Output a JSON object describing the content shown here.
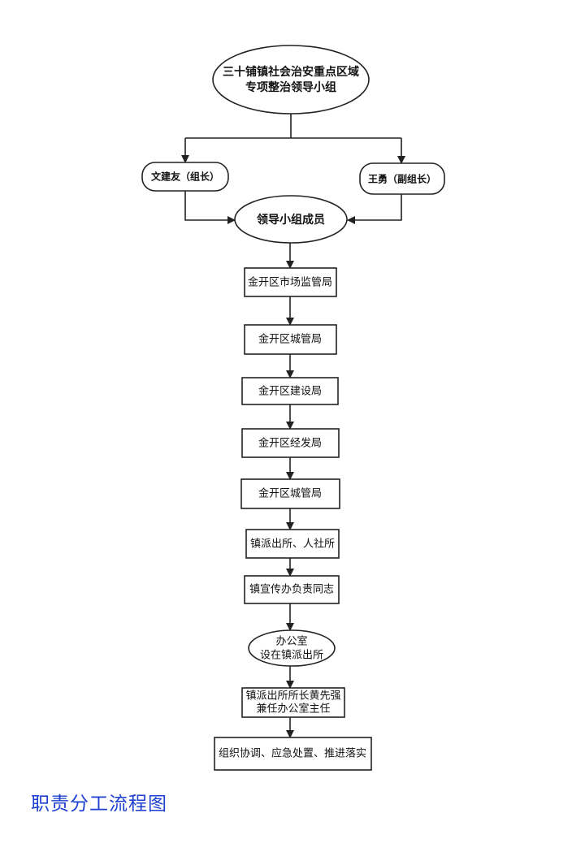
{
  "diagram": {
    "root": [
      "三十铺镇社会治安重点区域",
      "专项整治领导小组"
    ],
    "leader": "文建友（组长）",
    "deputy": "王勇（副组长）",
    "members_title": "领导小组成员",
    "chain": [
      "金开区市场监管局",
      "金开区城管局",
      "金开区建设局",
      "金开区经发局",
      "金开区城管局",
      "镇派出所、人社所",
      "镇宣传办负责同志"
    ],
    "office": [
      "办公室",
      "设在镇派出所"
    ],
    "director": [
      "镇派出所所长黄先强",
      "兼任办公室主任"
    ],
    "final": "组织协调、应急处置、推进落实"
  },
  "caption": "职责分工流程图",
  "colors": {
    "stroke": "#222222",
    "text": "#111111",
    "caption": "#1d3fd1"
  }
}
